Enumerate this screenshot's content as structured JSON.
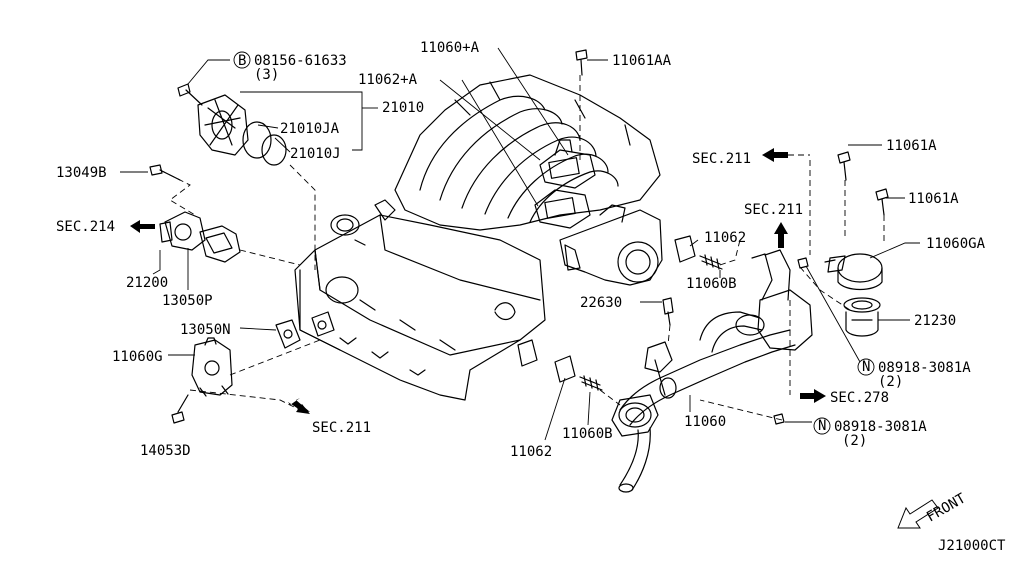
{
  "diagram": {
    "labels": {
      "p_08156": "08156-61633",
      "p_08156_qty": "(3)",
      "p_08156_prefix": "B",
      "p_21010": "21010",
      "p_21010JA": "21010JA",
      "p_21010J": "21010J",
      "p_13049B": "13049B",
      "p_sec214": "SEC.214",
      "p_21200": "21200",
      "p_13050P": "13050P",
      "p_13050N": "13050N",
      "p_11060G": "11060G",
      "p_14053D": "14053D",
      "p_sec211_low": "SEC.211",
      "p_11060A": "11060+A",
      "p_11062A": "11062+A",
      "p_11061AA": "11061AA",
      "p_sec211_top": "SEC.211",
      "p_11061A_1": "11061A",
      "p_11061A_2": "11061A",
      "p_sec211_mid": "SEC.211",
      "p_11062_top": "11062",
      "p_11060B_top": "11060B",
      "p_11060GA": "11060GA",
      "p_22630": "22630",
      "p_21230": "21230",
      "p_08918_top": "08918-3081A",
      "p_08918_top_qty": "(2)",
      "p_08918_prefix": "N",
      "p_sec278": "SEC.278",
      "p_11060": "11060",
      "p_08918_bot": "08918-3081A",
      "p_08918_bot_qty": "(2)",
      "p_08918_bot_prefix": "N",
      "p_11062_bot": "11062",
      "p_11060B_bot": "11060B",
      "front": "FRONT",
      "diagram_code": "J21000CT"
    }
  }
}
